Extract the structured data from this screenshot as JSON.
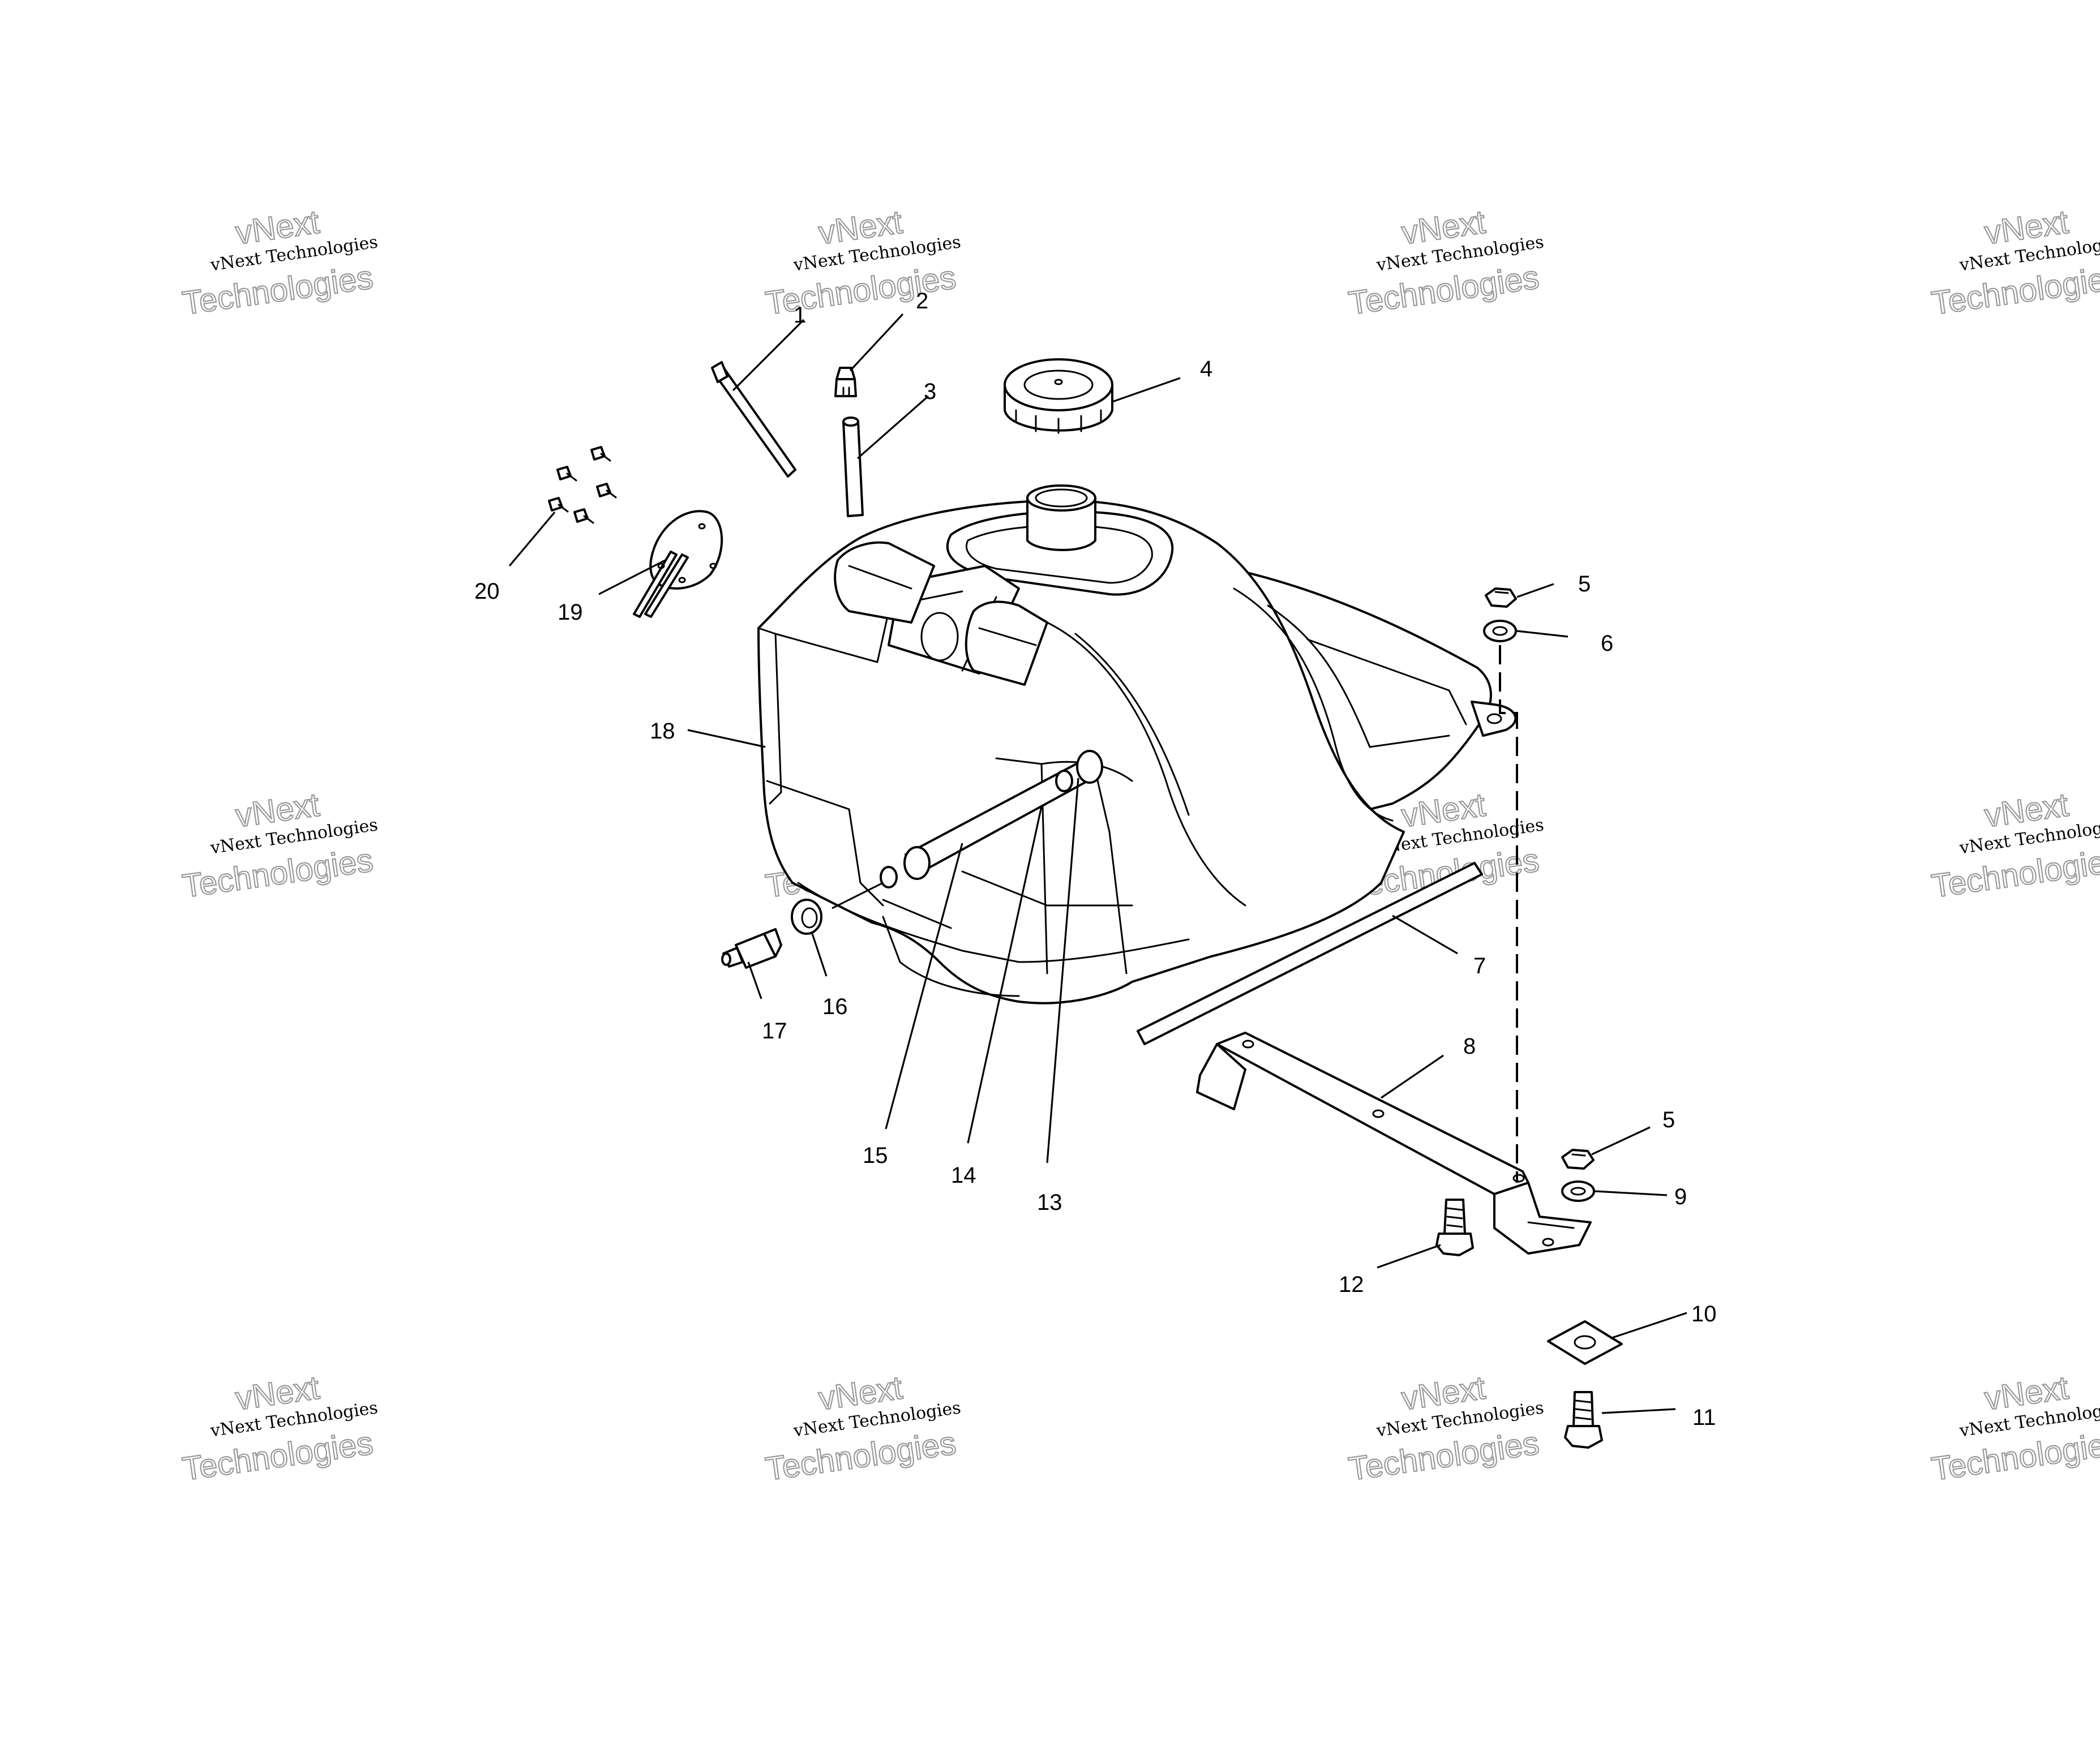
{
  "watermark": {
    "line_small": "vNext Technologies",
    "line_big_1": "vNext",
    "line_big_2": "Technologies"
  },
  "callouts": [
    "1",
    "2",
    "3",
    "4",
    "5",
    "6",
    "7",
    "8",
    "5",
    "9",
    "10",
    "11",
    "12",
    "13",
    "14",
    "15",
    "16",
    "17",
    "18",
    "19",
    "20"
  ],
  "icons": [
    "fuel-tank",
    "vent-hose",
    "vent-fitting",
    "hose",
    "fuel-cap",
    "nut",
    "washer",
    "strap",
    "bracket",
    "cushion",
    "bolt",
    "fuel-gauge-plate",
    "screw",
    "petcock",
    "grommet"
  ]
}
